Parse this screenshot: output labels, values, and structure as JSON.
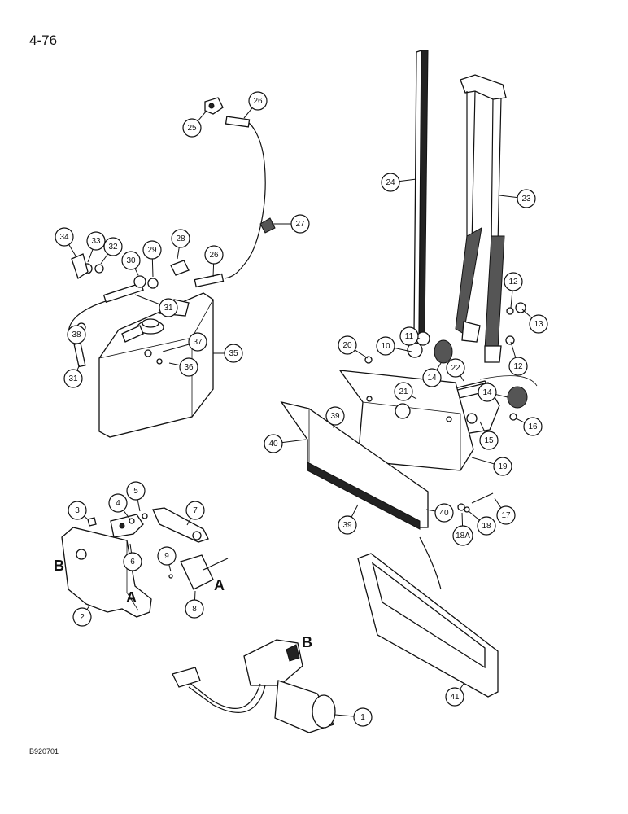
{
  "page_label": "4-76",
  "ref_code": "B920701",
  "callouts": [
    {
      "id": "c1",
      "label": "1"
    },
    {
      "id": "c2",
      "label": "2"
    },
    {
      "id": "c3",
      "label": "3"
    },
    {
      "id": "c4",
      "label": "4"
    },
    {
      "id": "c5",
      "label": "5"
    },
    {
      "id": "c6",
      "label": "6"
    },
    {
      "id": "c7",
      "label": "7"
    },
    {
      "id": "c8",
      "label": "8"
    },
    {
      "id": "c9",
      "label": "9"
    },
    {
      "id": "c10",
      "label": "10"
    },
    {
      "id": "c11",
      "label": "11"
    },
    {
      "id": "c12a",
      "label": "12"
    },
    {
      "id": "c12b",
      "label": "12"
    },
    {
      "id": "c13",
      "label": "13"
    },
    {
      "id": "c14a",
      "label": "14"
    },
    {
      "id": "c14b",
      "label": "14"
    },
    {
      "id": "c15",
      "label": "15"
    },
    {
      "id": "c16",
      "label": "16"
    },
    {
      "id": "c17",
      "label": "17"
    },
    {
      "id": "c18",
      "label": "18"
    },
    {
      "id": "c18a",
      "label": "18A"
    },
    {
      "id": "c19",
      "label": "19"
    },
    {
      "id": "c20",
      "label": "20"
    },
    {
      "id": "c21",
      "label": "21"
    },
    {
      "id": "c22",
      "label": "22"
    },
    {
      "id": "c23",
      "label": "23"
    },
    {
      "id": "c24",
      "label": "24"
    },
    {
      "id": "c25",
      "label": "25"
    },
    {
      "id": "c26a",
      "label": "26"
    },
    {
      "id": "c26b",
      "label": "26"
    },
    {
      "id": "c27",
      "label": "27"
    },
    {
      "id": "c28",
      "label": "28"
    },
    {
      "id": "c29",
      "label": "29"
    },
    {
      "id": "c30",
      "label": "30"
    },
    {
      "id": "c31a",
      "label": "31"
    },
    {
      "id": "c31b",
      "label": "31"
    },
    {
      "id": "c32",
      "label": "32"
    },
    {
      "id": "c33",
      "label": "33"
    },
    {
      "id": "c34",
      "label": "34"
    },
    {
      "id": "c35",
      "label": "35"
    },
    {
      "id": "c36",
      "label": "36"
    },
    {
      "id": "c37",
      "label": "37"
    },
    {
      "id": "c38",
      "label": "38"
    },
    {
      "id": "c39a",
      "label": "39"
    },
    {
      "id": "c39b",
      "label": "39"
    },
    {
      "id": "c40a",
      "label": "40"
    },
    {
      "id": "c40b",
      "label": "40"
    },
    {
      "id": "c41",
      "label": "41"
    }
  ],
  "connection_letters": {
    "b_bracket": "B",
    "a_bracket": "A",
    "a_linkage": "A",
    "b_motor": "B"
  }
}
